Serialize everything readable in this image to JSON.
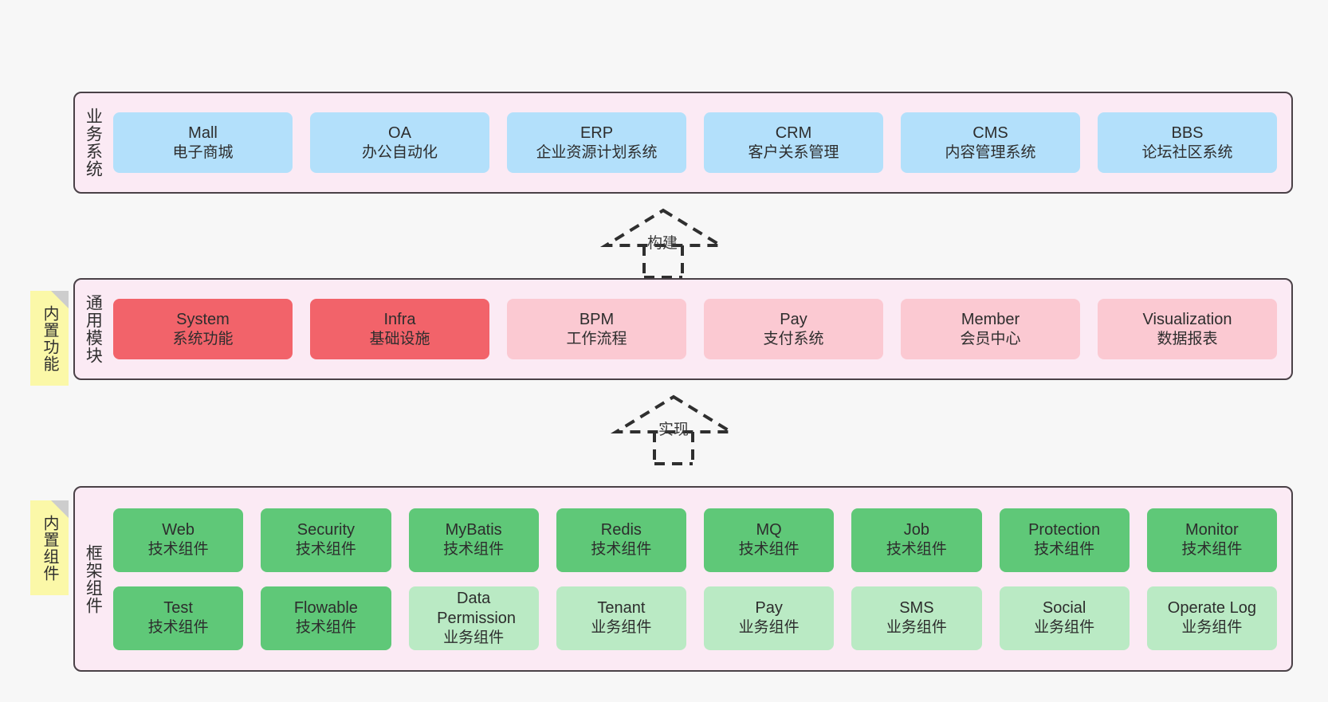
{
  "diagram": {
    "background_color": "#f7f7f7",
    "panel_color": "#fbeaf4",
    "panel_border_color": "#4a4147"
  },
  "layers": [
    {
      "id": "business-system",
      "title": "业务系统",
      "note": null,
      "rows": [
        {
          "cards": [
            {
              "en": "Mall",
              "cn": "电子商城",
              "style": "blue"
            },
            {
              "en": "OA",
              "cn": "办公自动化",
              "style": "blue"
            },
            {
              "en": "ERP",
              "cn": "企业资源计划系统",
              "style": "blue"
            },
            {
              "en": "CRM",
              "cn": "客户关系管理",
              "style": "blue"
            },
            {
              "en": "CMS",
              "cn": "内容管理系统",
              "style": "blue"
            },
            {
              "en": "BBS",
              "cn": "论坛社区系统",
              "style": "blue"
            }
          ]
        }
      ]
    },
    {
      "id": "common-module",
      "title": "通用模块",
      "note": "内置功能",
      "rows": [
        {
          "cards": [
            {
              "en": "System",
              "cn": "系统功能",
              "style": "red"
            },
            {
              "en": "Infra",
              "cn": "基础设施",
              "style": "red"
            },
            {
              "en": "BPM",
              "cn": "工作流程",
              "style": "pinkpale"
            },
            {
              "en": "Pay",
              "cn": "支付系统",
              "style": "pinkpale"
            },
            {
              "en": "Member",
              "cn": "会员中心",
              "style": "pinkpale"
            },
            {
              "en": "Visualization",
              "cn": "数据报表",
              "style": "pinkpale"
            }
          ]
        }
      ]
    },
    {
      "id": "framework-component",
      "title": "框架组件",
      "note": "内置组件",
      "rows": [
        {
          "cards": [
            {
              "en": "Web",
              "cn": "技术组件",
              "style": "green"
            },
            {
              "en": "Security",
              "cn": "技术组件",
              "style": "green"
            },
            {
              "en": "MyBatis",
              "cn": "技术组件",
              "style": "green"
            },
            {
              "en": "Redis",
              "cn": "技术组件",
              "style": "green"
            },
            {
              "en": "MQ",
              "cn": "技术组件",
              "style": "green"
            },
            {
              "en": "Job",
              "cn": "技术组件",
              "style": "green"
            },
            {
              "en": "Protection",
              "cn": "技术组件",
              "style": "green"
            },
            {
              "en": "Monitor",
              "cn": "技术组件",
              "style": "green"
            }
          ]
        },
        {
          "cards": [
            {
              "en": "Test",
              "cn": "技术组件",
              "style": "green"
            },
            {
              "en": "Flowable",
              "cn": "技术组件",
              "style": "green"
            },
            {
              "en": "Data Permission",
              "cn": "业务组件",
              "style": "greenpale"
            },
            {
              "en": "Tenant",
              "cn": "业务组件",
              "style": "greenpale"
            },
            {
              "en": "Pay",
              "cn": "业务组件",
              "style": "greenpale"
            },
            {
              "en": "SMS",
              "cn": "业务组件",
              "style": "greenpale"
            },
            {
              "en": "Social",
              "cn": "业务组件",
              "style": "greenpale"
            },
            {
              "en": "Operate Log",
              "cn": "业务组件",
              "style": "greenpale"
            }
          ]
        }
      ]
    }
  ],
  "connectors": [
    {
      "id": "connector-build",
      "label": "构建"
    },
    {
      "id": "connector-realize",
      "label": "实现"
    }
  ]
}
